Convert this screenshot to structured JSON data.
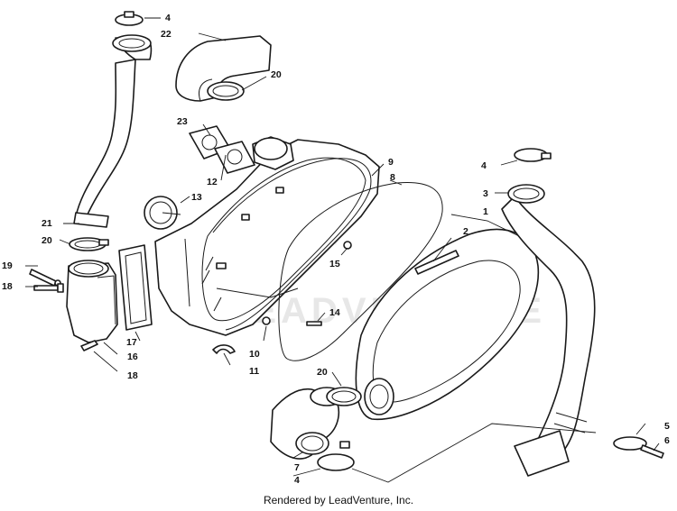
{
  "watermark": "LEADVENTURE",
  "footer": "Rendered by LeadVenture, Inc.",
  "callouts": [
    {
      "id": "c1",
      "label": "1"
    },
    {
      "id": "c2",
      "label": "2"
    },
    {
      "id": "c3",
      "label": "3"
    },
    {
      "id": "c4a",
      "label": "4"
    },
    {
      "id": "c4b",
      "label": "4"
    },
    {
      "id": "c4c",
      "label": "4"
    },
    {
      "id": "c5",
      "label": "5"
    },
    {
      "id": "c6",
      "label": "6"
    },
    {
      "id": "c7",
      "label": "7"
    },
    {
      "id": "c8",
      "label": "8"
    },
    {
      "id": "c9",
      "label": "9"
    },
    {
      "id": "c10",
      "label": "10"
    },
    {
      "id": "c11",
      "label": "11"
    },
    {
      "id": "c12",
      "label": "12"
    },
    {
      "id": "c13",
      "label": "13"
    },
    {
      "id": "c14",
      "label": "14"
    },
    {
      "id": "c15",
      "label": "15"
    },
    {
      "id": "c16",
      "label": "16"
    },
    {
      "id": "c17",
      "label": "17"
    },
    {
      "id": "c18a",
      "label": "18"
    },
    {
      "id": "c18b",
      "label": "18"
    },
    {
      "id": "c19",
      "label": "19"
    },
    {
      "id": "c20a",
      "label": "20"
    },
    {
      "id": "c20b",
      "label": "20"
    },
    {
      "id": "c20c",
      "label": "20"
    },
    {
      "id": "c21",
      "label": "21"
    },
    {
      "id": "c22",
      "label": "22"
    },
    {
      "id": "c23",
      "label": "23"
    }
  ]
}
